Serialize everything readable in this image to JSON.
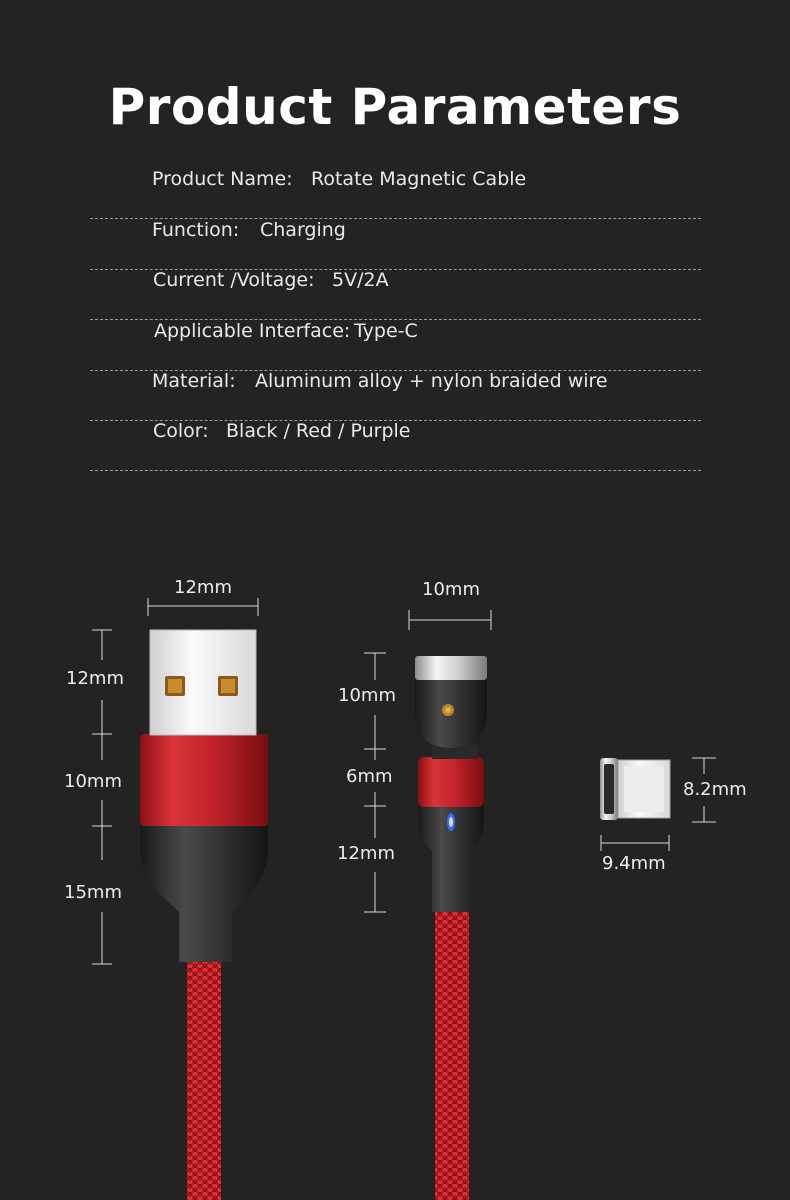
{
  "title": "Product Parameters",
  "parameters": [
    {
      "label": "Product Name:",
      "value": "Rotate Magnetic Cable"
    },
    {
      "label": "Function:",
      "value": "Charging"
    },
    {
      "label": "Current /Voltage:",
      "value": "5V/2A"
    },
    {
      "label": "Applicable Interface:",
      "value": "Type-C"
    },
    {
      "label": "Material:",
      "value": "Aluminum alloy + nylon braided wire"
    },
    {
      "label": "Color:",
      "value": "Black / Red / Purple"
    }
  ],
  "dimensions": {
    "usb_width": "12mm",
    "usb_plug_length": "12mm",
    "usb_housing_length": "10mm",
    "usb_boot_length": "15mm",
    "magnetic_head_width": "10mm",
    "magnetic_head_length": "10mm",
    "magnetic_neck_length": "6mm",
    "magnetic_body_length": "12mm",
    "tip_height": "8.2mm",
    "tip_width": "9.4mm"
  },
  "colors": {
    "background": "#232323",
    "cable_red": "#c8242a",
    "housing_red": "#d32a2a",
    "led_blue": "#3b6cff"
  }
}
